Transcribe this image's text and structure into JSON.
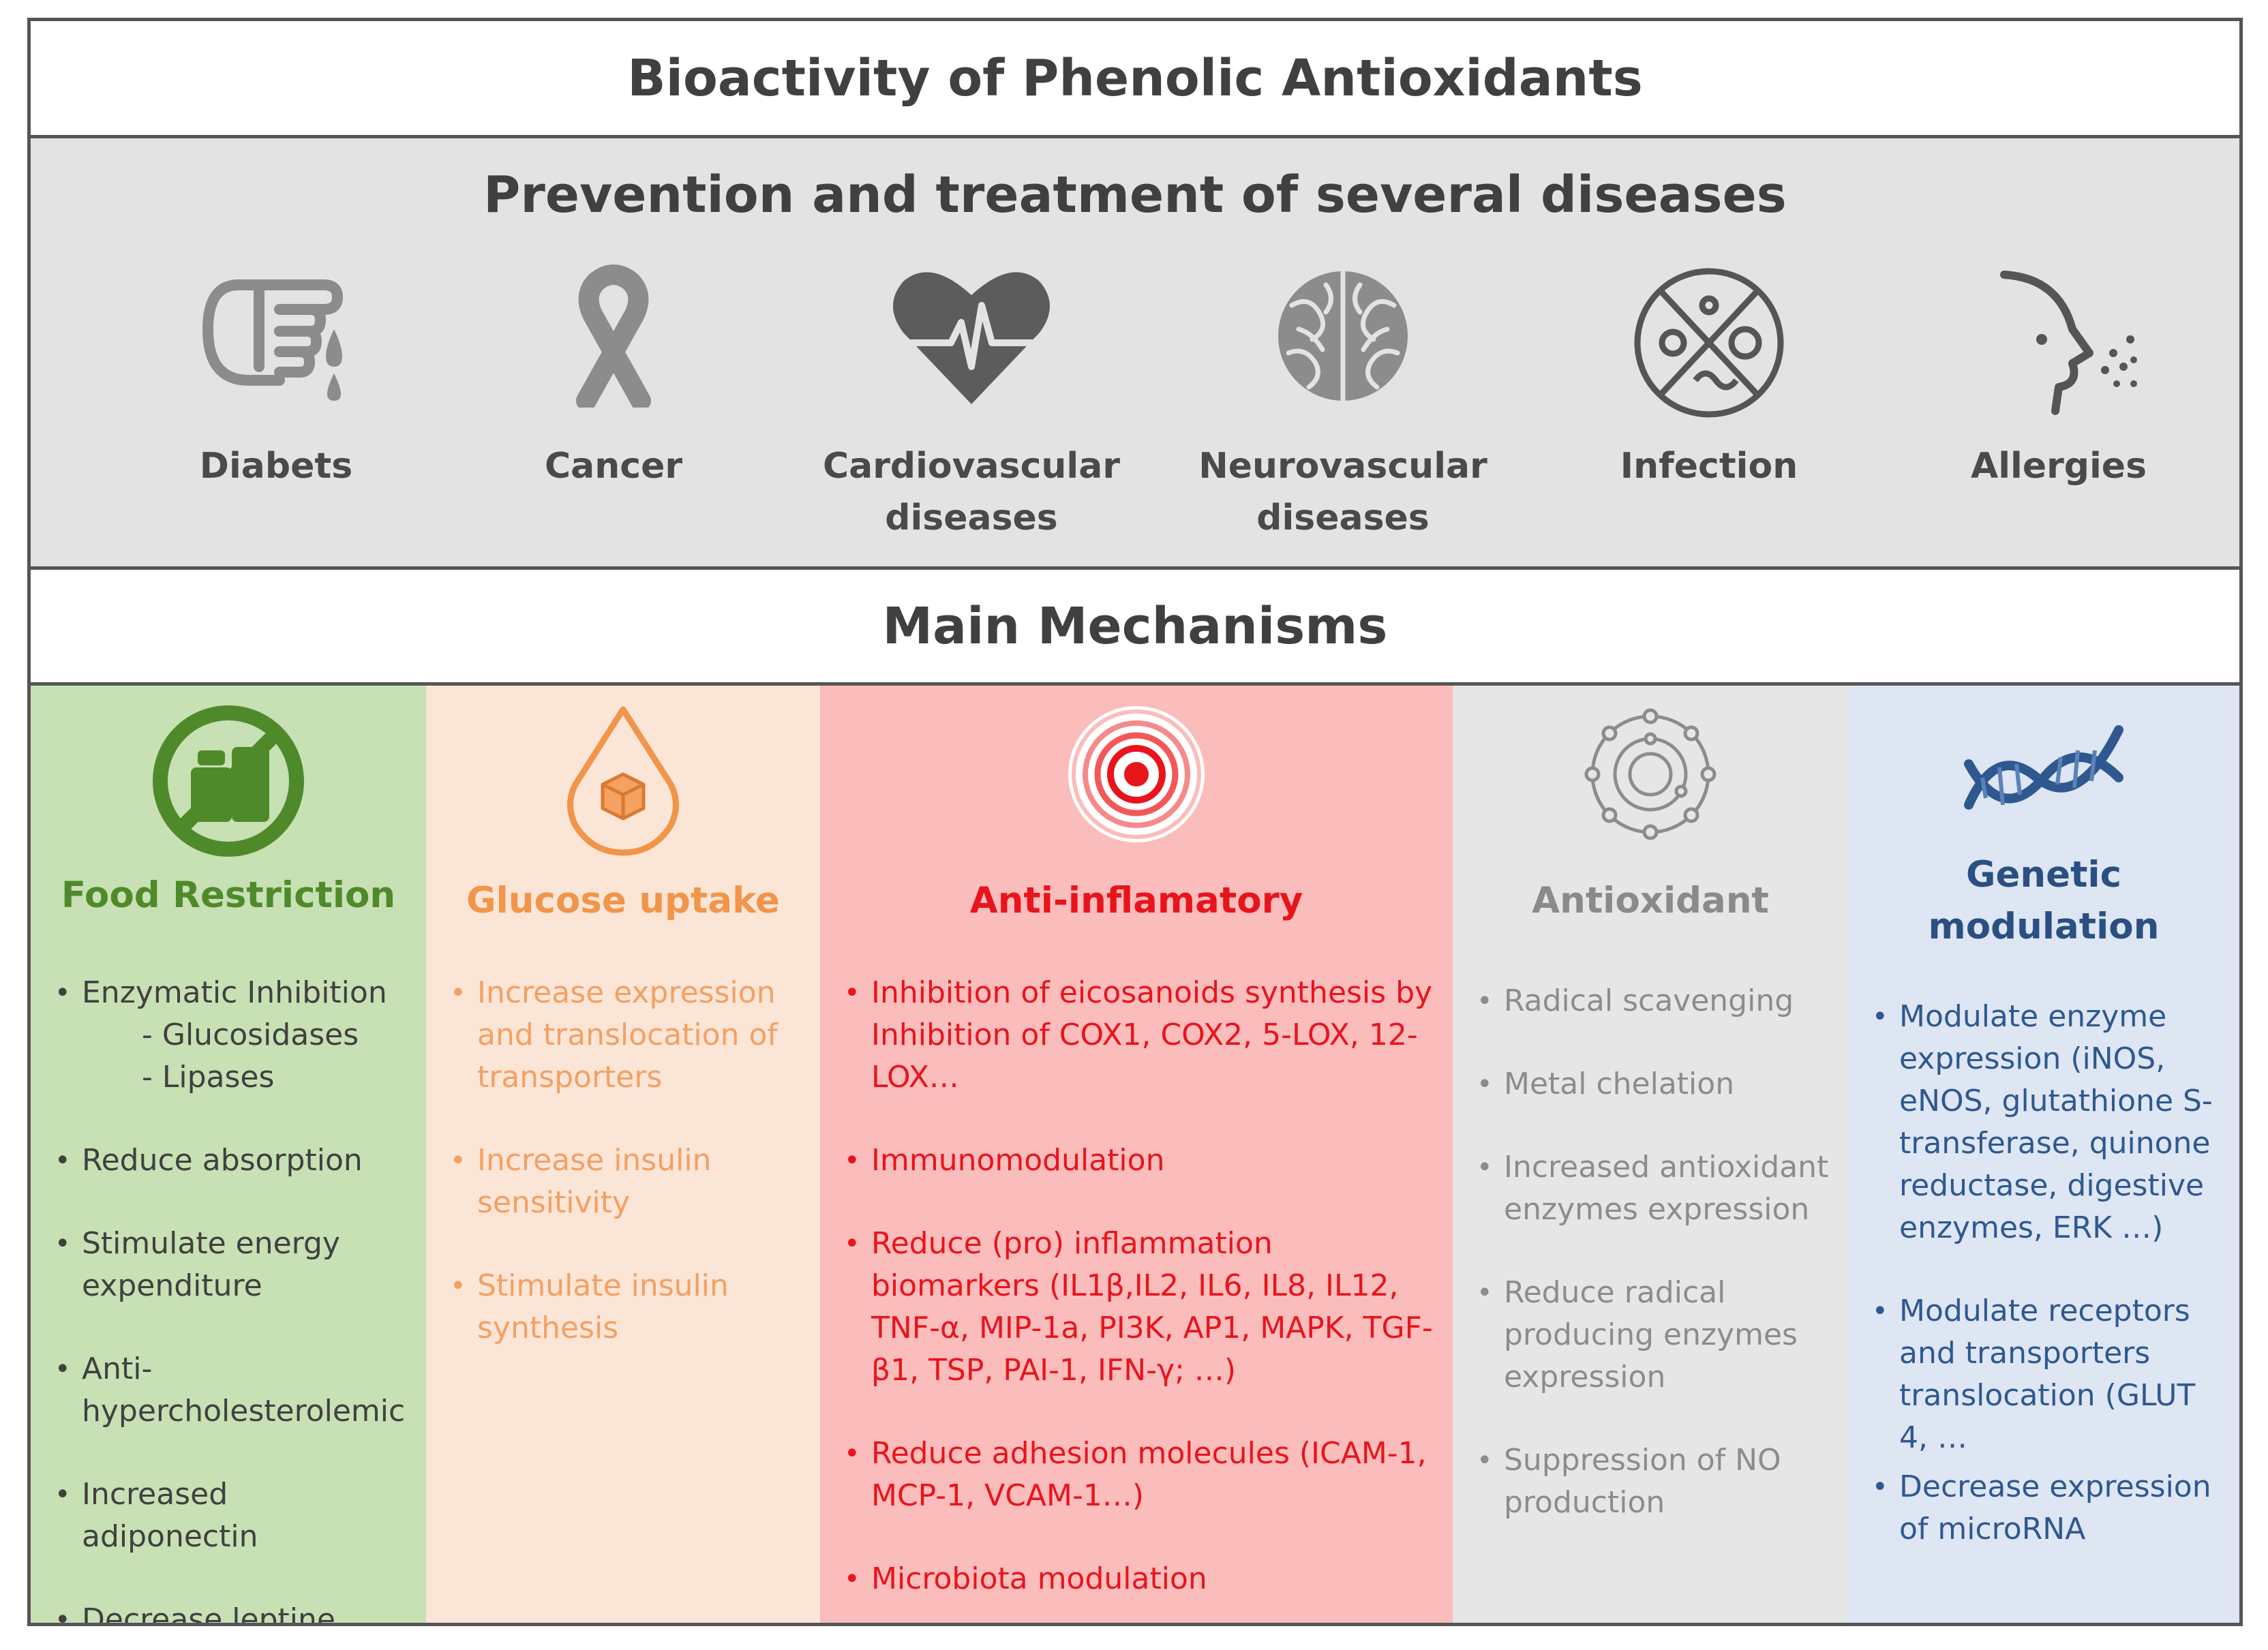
{
  "title": "Bioactivity of Phenolic Antioxidants",
  "diseases": {
    "heading": "Prevention and treatment of several diseases",
    "items": [
      {
        "label": "Diabets",
        "icon": "diabetes-finger-blood-drop-icon"
      },
      {
        "label": "Cancer",
        "icon": "awareness-ribbon-icon"
      },
      {
        "label": "Cardiovascular diseases",
        "icon": "heart-pulse-icon"
      },
      {
        "label": "Neurovascular diseases",
        "icon": "brain-icon"
      },
      {
        "label": "Infection",
        "icon": "microbes-icon"
      },
      {
        "label": "Allergies",
        "icon": "face-sneeze-icon"
      }
    ]
  },
  "mechanisms": {
    "heading": "Main Mechanisms",
    "columns": [
      {
        "title": "Food Restriction",
        "icon": "no-food-icon",
        "color": "#4f8a2a",
        "background": "#c7e0b4",
        "items": [
          "Enzymatic Inhibition",
          "Reduce absorption",
          "Stimulate energy expenditure",
          "Anti-hypercholesterolemic",
          "Increased adiponectin",
          "Decrease leptine"
        ],
        "subitems": [
          "- Glucosidases",
          "- Lipases"
        ]
      },
      {
        "title": "Glucose uptake",
        "icon": "sugar-cube-drop-icon",
        "color": "#f0954a",
        "background": "#fbe5d6",
        "items": [
          "Increase expression and translocation of transporters",
          "Increase insulin sensitivity",
          "Stimulate insulin synthesis"
        ]
      },
      {
        "title": "Anti-inflamatory",
        "icon": "inflammation-target-icon",
        "color": "#e8141c",
        "background": "#fbbcbc",
        "items": [
          "Inhibition of eicosanoids synthesis by Inhibition of  COX1,  COX2, 5-LOX, 12-LOX…",
          "Immunomodulation",
          "Reduce (pro) inflammation biomarkers (IL1β,IL2, IL6, IL8, IL12, TNF-α, MIP-1a, PI3K, AP1, MAPK, TGF-β1, TSP, PAI-1, IFN-γ; …)",
          "Reduce adhesion molecules (ICAM-1, MCP-1, VCAM-1…)",
          "Microbiota modulation"
        ]
      },
      {
        "title": "Antioxidant",
        "icon": "atom-ring-icon",
        "color": "#8a8a8a",
        "background": "#e6e6e6",
        "items": [
          "Radical scavenging",
          "Metal chelation",
          "Increased antioxidant enzymes expression",
          "Reduce radical producing enzymes expression",
          "Suppression of NO production"
        ]
      },
      {
        "title": "Genetic modulation",
        "icon": "dna-helix-icon",
        "color": "#2a4f82",
        "background": "#dde6f2",
        "items": [
          "Modulate enzyme expression (iNOS, eNOS, glutathione S-transferase, quinone reductase, digestive enzymes, ERK …)",
          "Modulate receptors and transporters translocation (GLUT 4, …",
          "Decrease expression of microRNA"
        ]
      }
    ]
  }
}
